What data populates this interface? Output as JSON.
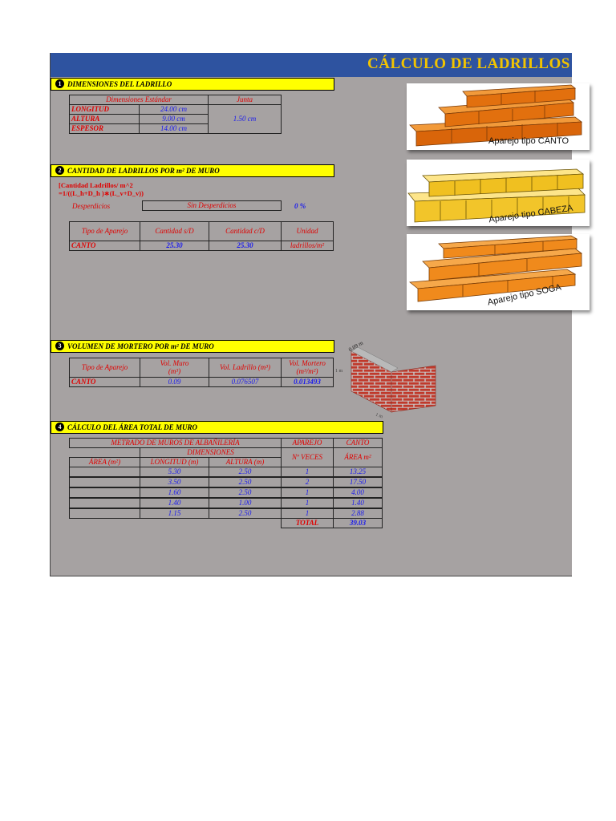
{
  "title": "CÁLCULO DE LADRILLOS Y",
  "section1": {
    "number": "❶",
    "header": "DIMENSIONES DEL LADRILLO",
    "col_dims": "Dimensiones Estándar",
    "col_joint": "Junta",
    "rows": [
      {
        "label": "LONGITUD",
        "value": "24.00 cm"
      },
      {
        "label": "ALTURA",
        "value": "9.00 cm"
      },
      {
        "label": "ESPESOR",
        "value": "14.00 cm"
      }
    ],
    "joint_value": "1.50 cm"
  },
  "section2": {
    "number": "❷",
    "header": "CANTIDAD DE LADRILLOS POR m² DE MURO",
    "formula_line1": "[Cantidad Ladrillos/ m^2",
    "formula_line2": "=1/((L_h+D_h )∗(L_v+D_v))",
    "waste_label": "Desperdicios",
    "waste_value": "Sin Desperdicios",
    "waste_pct": "0 %",
    "col_type": "Tipo de Aparejo",
    "col_qty_sd": "Cantidad s/D",
    "col_qty_cd": "Cantidad c/D",
    "col_unit": "Unidad",
    "row_type": "CANTO",
    "row_qty_sd": "25.30",
    "row_qty_cd": "25.30",
    "row_unit": "ladrillos/m²"
  },
  "section3": {
    "number": "❸",
    "header": "VOLUMEN DE MORTERO POR m² DE MURO",
    "col_type": "Tipo de Aparejo",
    "col_wall": "Vol. Muro (m³)",
    "col_brick": "Vol. Ladrillo (m³)",
    "col_mortar": "Vol. Mortero (m³/m²)",
    "row_type": "CANTO",
    "row_wall": "0.09",
    "row_brick": "0.076507",
    "row_mortar": "0.013493",
    "fig_label_top": "0.09 m",
    "fig_label_side": "1 m",
    "fig_label_bottom": "1 m"
  },
  "section4": {
    "number": "❹",
    "header": "CÁLCULO DEL ÁREA TOTAL DE MURO",
    "head_metrado": "METRADO DE MUROS DE ALBAÑILERÍA",
    "head_aparejo": "APAREJO",
    "head_canto": "CANTO",
    "head_dims": "DIMENSIONES",
    "col_area": "ÁREA (m²)",
    "col_long": "LONGITUD (m)",
    "col_alt": "ALTURA (m)",
    "col_veces": "Nº VECES",
    "col_area2": "ÁREA m²",
    "rows": [
      {
        "area": "",
        "longitud": "5.30",
        "altura": "2.50",
        "veces": "1",
        "area2": "13.25"
      },
      {
        "area": "",
        "longitud": "3.50",
        "altura": "2.50",
        "veces": "2",
        "area2": "17.50"
      },
      {
        "area": "",
        "longitud": "1.60",
        "altura": "2.50",
        "veces": "1",
        "area2": "4.00"
      },
      {
        "area": "",
        "longitud": "1.40",
        "altura": "1.00",
        "veces": "1",
        "area2": "1.40"
      },
      {
        "area": "",
        "longitud": "1.15",
        "altura": "2.50",
        "veces": "1",
        "area2": "2.88"
      }
    ],
    "total_label": "TOTAL",
    "total_value": "39.03"
  },
  "images": [
    {
      "caption": "Aparejo tipo CANTO",
      "color": "#e8760e"
    },
    {
      "caption": "Aparejo tipo CABEZA",
      "color": "#f2c52a"
    },
    {
      "caption": "Aparejo tipo SOGA",
      "color": "#f08a1c"
    }
  ],
  "colors": {
    "title_bar": "#2e53a0",
    "title_text": "#f2c400",
    "header_fill": "#ffff00",
    "sheet_bg": "#a6a2a2",
    "label_red": "#e00000",
    "value_blue": "#1a1aee"
  }
}
